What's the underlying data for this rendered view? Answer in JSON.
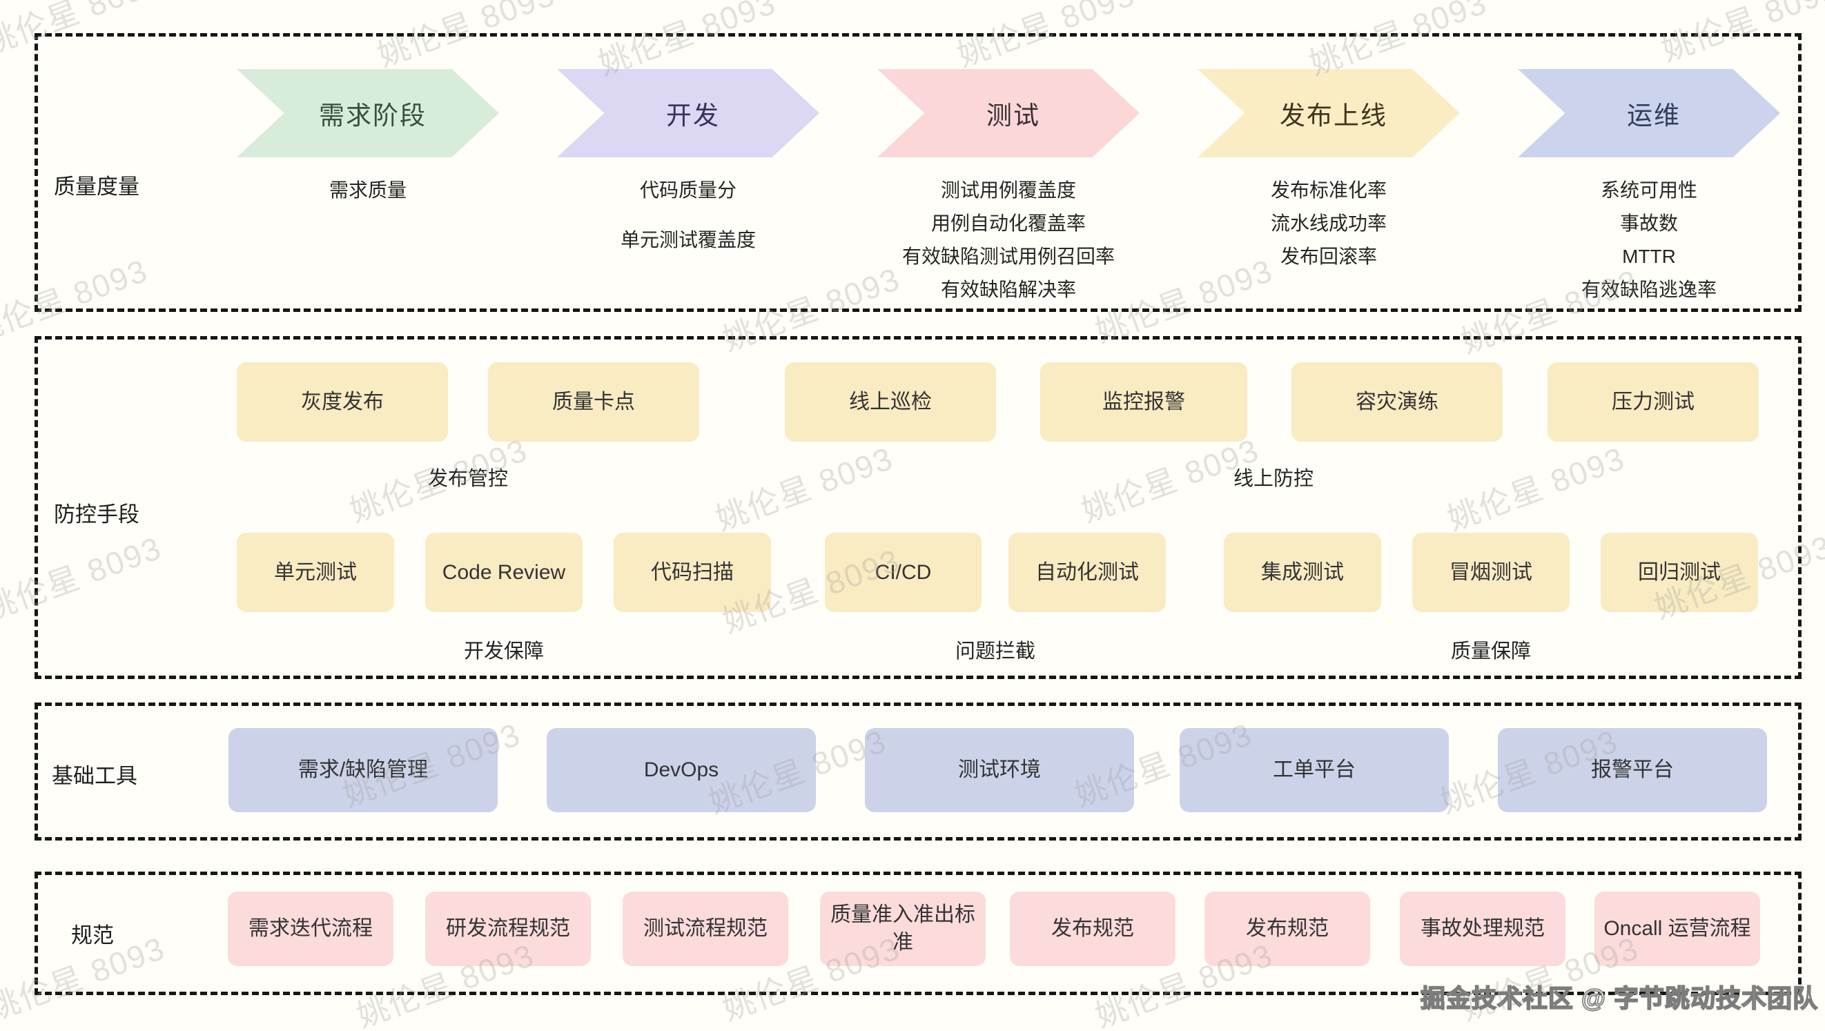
{
  "watermark": {
    "text": "姚伦星 8093"
  },
  "footer": {
    "credit": "掘金技术社区 @ 字节跳动技术团队"
  },
  "colors": {
    "background": "#fffef8",
    "frame_border": "#161616",
    "box_yellow": "#f9ebc2",
    "box_blue": "#ccd3e9",
    "box_pink": "#fcdbdb"
  },
  "sections": {
    "metrics": {
      "label": "质量度量",
      "stages": [
        {
          "name": "需求阶段",
          "fill": "#d7edda",
          "text_color": "#37503f",
          "metrics": [
            "需求质量"
          ]
        },
        {
          "name": "开发",
          "fill": "#dcd7f3",
          "text_color": "#37325a",
          "metrics": [
            "代码质量分",
            "单元测试覆盖度"
          ]
        },
        {
          "name": "测试",
          "fill": "#fcd7d8",
          "text_color": "#3b2f31",
          "metrics": [
            "测试用例覆盖度",
            "用例自动化覆盖率",
            "有效缺陷测试用例召回率",
            "有效缺陷解决率"
          ]
        },
        {
          "name": "发布上线",
          "fill": "#faedc4",
          "text_color": "#3e3520",
          "metrics": [
            "发布标准化率",
            "流水线成功率",
            "发布回滚率"
          ]
        },
        {
          "name": "运维",
          "fill": "#cbd4ec",
          "text_color": "#323c5e",
          "metrics": [
            "系统可用性",
            "事故数",
            "MTTR",
            "有效缺陷逃逸率"
          ]
        }
      ]
    },
    "prevention": {
      "label": "防控手段",
      "row1": {
        "boxes": [
          "灰度发布",
          "质量卡点",
          "线上巡检",
          "监控报警",
          "容灾演练",
          "压力测试"
        ],
        "groups": [
          {
            "label": "发布管控"
          },
          {
            "label": "线上防控"
          }
        ]
      },
      "row2": {
        "boxes": [
          "单元测试",
          "Code Review",
          "代码扫描",
          "CI/CD",
          "自动化测试",
          "集成测试",
          "冒烟测试",
          "回归测试"
        ],
        "groups": [
          {
            "label": "开发保障"
          },
          {
            "label": "问题拦截"
          },
          {
            "label": "质量保障"
          }
        ]
      }
    },
    "tools": {
      "label": "基础工具",
      "boxes": [
        "需求/缺陷管理",
        "DevOps",
        "测试环境",
        "工单平台",
        "报警平台"
      ]
    },
    "standards": {
      "label": "规范",
      "boxes": [
        "需求迭代流程",
        "研发流程规范",
        "测试流程规范",
        "质量准入准出标准",
        "发布规范",
        "发布规范",
        "事故处理规范",
        "Oncall 运营流程"
      ]
    }
  }
}
